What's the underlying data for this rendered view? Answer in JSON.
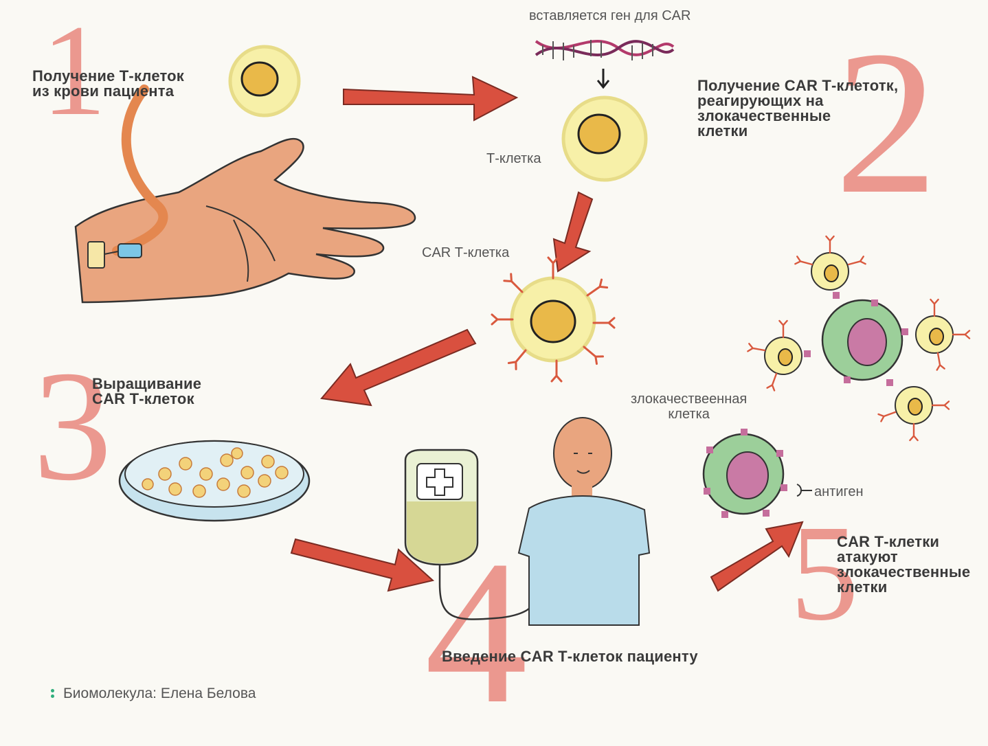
{
  "steps": {
    "s1": {
      "number": "1",
      "label": "Получение Т-клеток\nиз крови пациента"
    },
    "s2": {
      "number": "2",
      "label": "Получение CAR Т-клетотк,\nреагирующих на\nзлокачественные\nклетки"
    },
    "s3": {
      "number": "3",
      "label": "Выращивание\nCAR Т-клеток"
    },
    "s4": {
      "number": "4",
      "label": "Введение CAR Т-клеток пациенту"
    },
    "s5": {
      "number": "5",
      "label": "CAR Т-клетки\nатакуют\nзлокачественные\nклетки"
    }
  },
  "annotations": {
    "gene": "вставляется ген для CAR",
    "tcell": "Т-клетка",
    "car_tcell": "CAR Т-клетка",
    "malignant": "злокачествеенная\nклетка",
    "antigen": "антиген"
  },
  "credit": "Биомолекула: Елена Белова",
  "colors": {
    "numbers": "#e8837a",
    "arrow": "#d9503f",
    "cell_fill": "#f7f0a8",
    "nucleus": "#e9b949",
    "malignant_fill": "#9ccf9a",
    "malignant_nucleus": "#c97aa5",
    "skin": "#e9a57f",
    "shirt": "#b9dcea",
    "credit_dots": "#2fae7c"
  }
}
